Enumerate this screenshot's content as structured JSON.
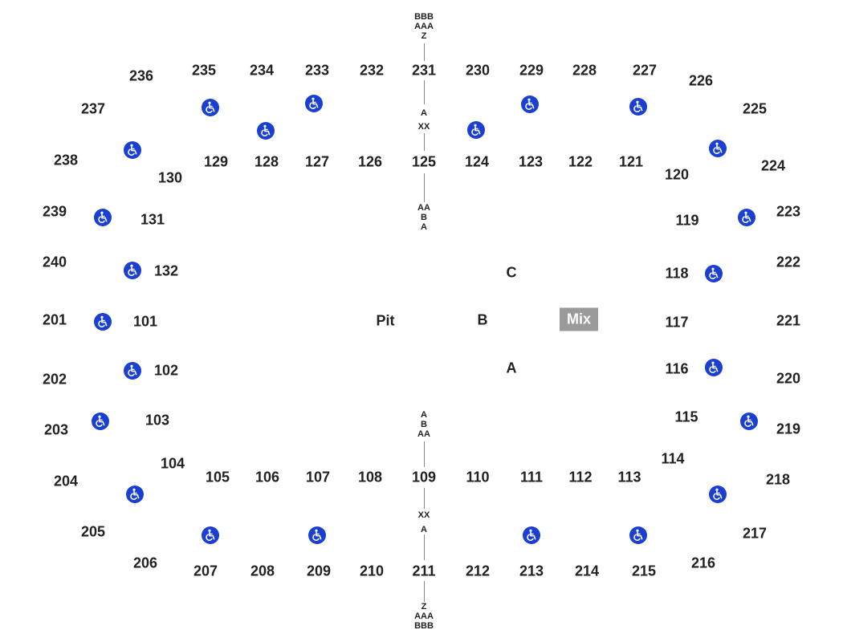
{
  "colors": {
    "accessible_icon_bg": "#1a3fd1",
    "accessible_icon_fg": "#ffffff",
    "mix_bg": "#9a9a9a",
    "mix_text": "#ffffff",
    "label_text": "#222222",
    "divider": "#888888"
  },
  "floor_labels": {
    "pit": "Pit",
    "a": "A",
    "b": "B",
    "c": "C",
    "mix": "Mix"
  },
  "row_labels": {
    "top_outer": [
      "BBB",
      "AAA",
      "Z"
    ],
    "top_inner": [
      "A",
      "XX"
    ],
    "upper_floor": [
      "AA",
      "B",
      "A"
    ],
    "lower_floor": [
      "A",
      "B",
      "AA"
    ],
    "bottom_inner": [
      "XX",
      "A"
    ],
    "bottom_outer": [
      "Z",
      "AAA",
      "BBB"
    ]
  },
  "sections_upper": [
    "236",
    "235",
    "234",
    "233",
    "232",
    "231",
    "230",
    "229",
    "228",
    "227",
    "226",
    "237",
    "225",
    "238",
    "224",
    "239",
    "223",
    "240",
    "222",
    "201",
    "221",
    "202",
    "220",
    "203",
    "219",
    "204",
    "218",
    "205",
    "217",
    "206",
    "207",
    "208",
    "209",
    "210",
    "211",
    "212",
    "213",
    "214",
    "215",
    "216"
  ],
  "sections_lower": [
    "129",
    "128",
    "127",
    "126",
    "125",
    "124",
    "123",
    "122",
    "121",
    "130",
    "120",
    "131",
    "119",
    "132",
    "118",
    "101",
    "117",
    "102",
    "116",
    "103",
    "115",
    "104",
    "114",
    "105",
    "106",
    "107",
    "108",
    "109",
    "110",
    "111",
    "112",
    "113"
  ],
  "icons": {
    "accessible": "wheelchair-icon"
  }
}
